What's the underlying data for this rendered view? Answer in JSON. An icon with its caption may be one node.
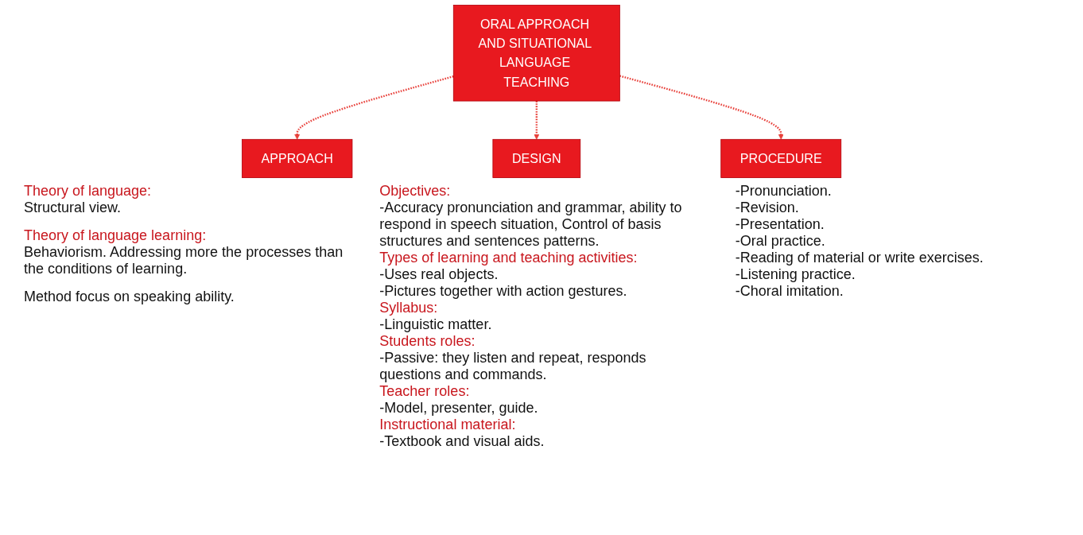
{
  "diagram": {
    "nodes": [
      {
        "text": [
          "ORAL APPROACH AND SITUATIONAL LANGUAGE TEACHING"
        ]
      },
      {
        "text": [
          "APPROACH"
        ],
        "beside": [
          "Theory of language:",
          "Structural view.",
          "Theory of language learning:",
          "Behaviorism. Addressing more the processes than the conditions of learning.",
          "Method focus on speaking ability."
        ]
      },
      {
        "text": [
          "DESIGN"
        ],
        "beside": [
          "Objectives:",
          "-Accuracy pronunciation and grammar, ability to respond in speech situation, Control of basis structures and sentences patterns.",
          "Types of learning and teaching activities:",
          "-Uses real objects.",
          "-Pictures together with action gestures.",
          "Syllabus:",
          "-Linguistic matter.",
          "Students roles:",
          "-Passive: they listen and repeat, responds questions and commands.",
          "Teacher roles:",
          "-Model, presenter, guide.",
          "Instructional material:",
          "-Textbook and visual aids."
        ]
      },
      {
        "text": [
          "PROCEDURE"
        ],
        "beside": [
          "-Pronunciation.",
          "-Revision.",
          "-Presentation.",
          "-Oral practice.",
          "-Reading of material or write exercises.",
          "-Listening practice.",
          "-Choral imitation."
        ]
      }
    ],
    "edges": [
      {
        "from": 0,
        "to": 1,
        "arrow": "to",
        "style": "dashed",
        "color": "#e8413b"
      },
      {
        "from": 0,
        "to": 2,
        "arrow": "to",
        "style": "dashed",
        "color": "#e8413b"
      },
      {
        "from": 0,
        "to": 3,
        "arrow": "to",
        "style": "dashed",
        "color": "#e8413b"
      }
    ]
  }
}
